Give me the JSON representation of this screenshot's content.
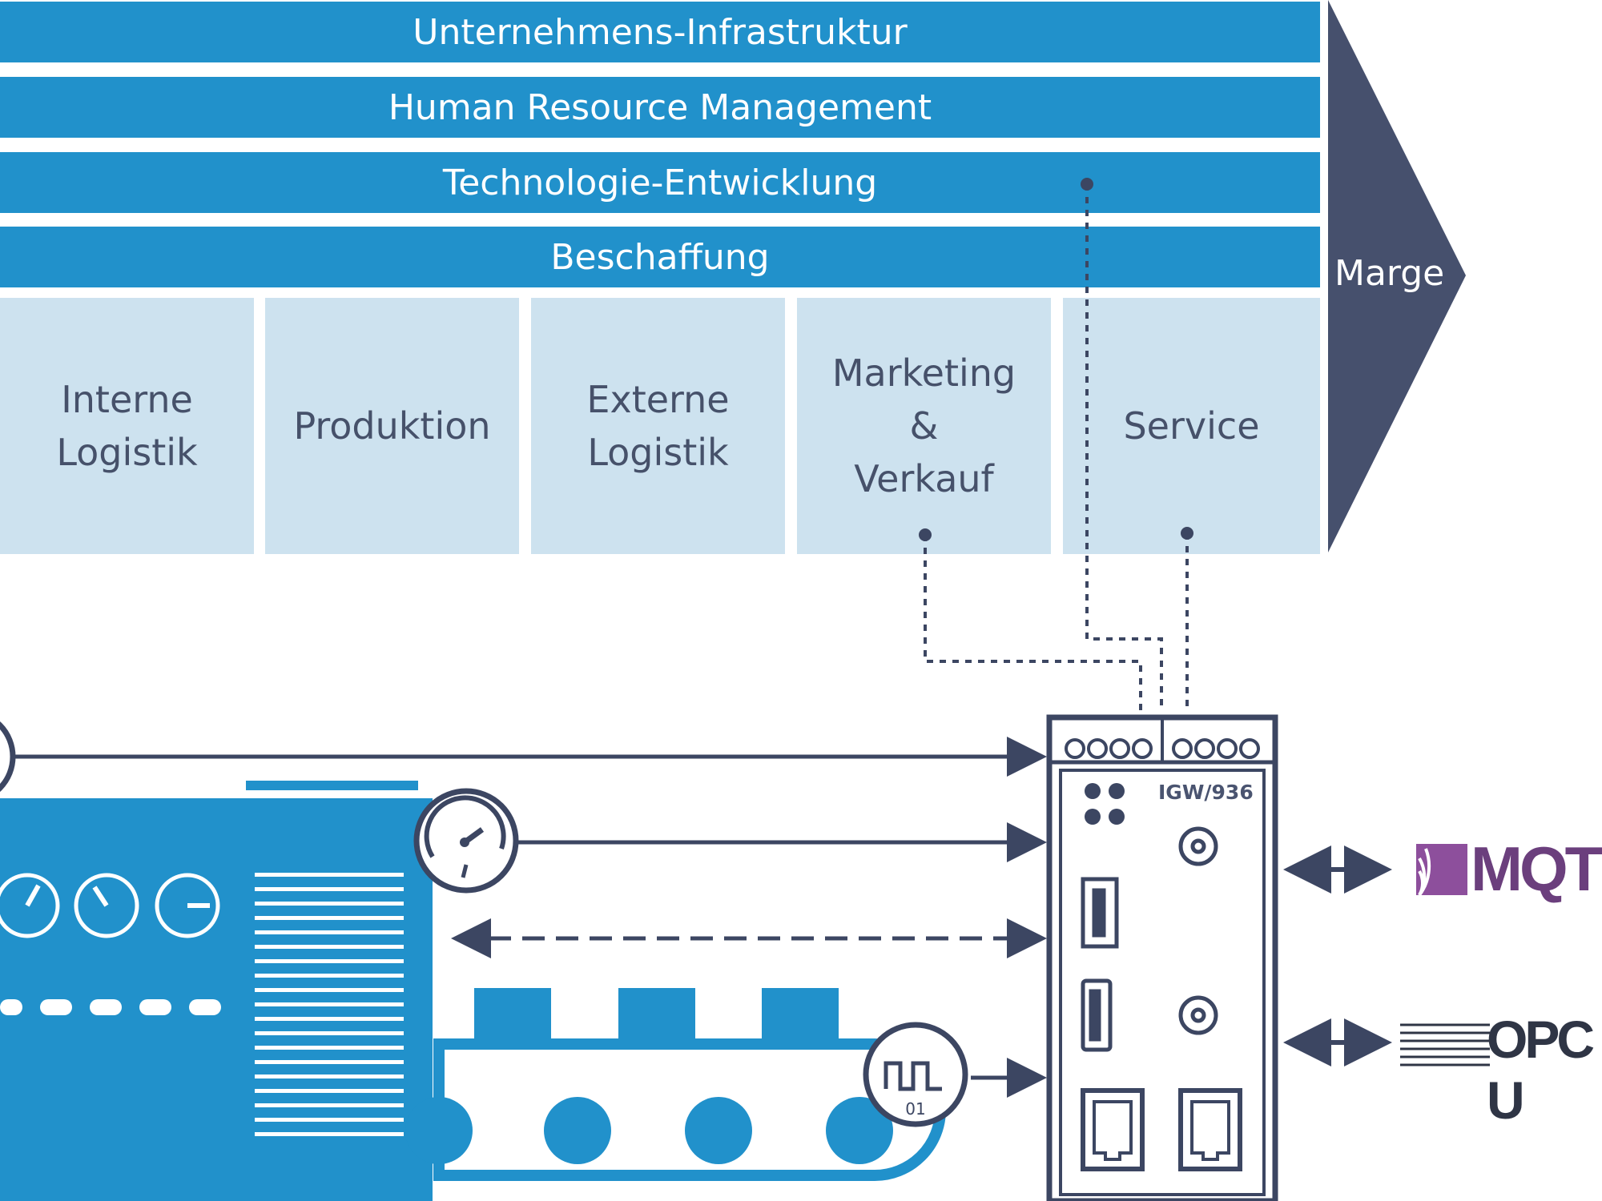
{
  "support_activities": [
    {
      "label": "Unternehmens-Infrastruktur"
    },
    {
      "label": "Human Resource Management"
    },
    {
      "label": "Technologie-Entwicklung"
    },
    {
      "label": "Beschaffung"
    }
  ],
  "primary_activities": [
    {
      "label": "Interne\nLogistik"
    },
    {
      "label": "Produktion"
    },
    {
      "label": "Externe\nLogistik"
    },
    {
      "label": "Marketing\n&\nVerkauf"
    },
    {
      "label": "Service"
    }
  ],
  "margin": {
    "label": "Marge"
  },
  "gateway": {
    "label": "IGW/936"
  },
  "protocols": [
    {
      "label": "MQT"
    },
    {
      "label": "OPC U"
    }
  ],
  "sensor": {
    "label": "01"
  },
  "colors": {
    "bar": "#2191cb",
    "primary_box": "#cde2ef",
    "arrow": "#46506d",
    "line": "#3c4662"
  }
}
